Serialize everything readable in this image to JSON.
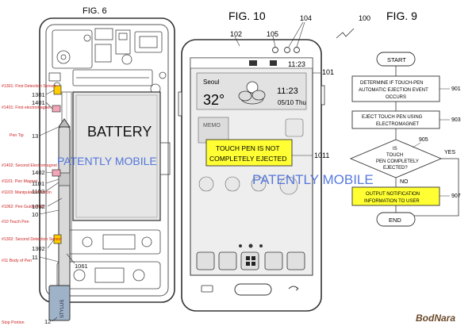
{
  "fig6": {
    "title": "FIG. 6",
    "battery": "BATTERY",
    "watermark": "PATENTLY MOBILE",
    "stylus_text": "STYLUS",
    "labels": [
      {
        "name": "first-detection-sensor-label",
        "text": "#1301: First Detection Sensor"
      },
      {
        "name": "ref-1301-label",
        "text": "1301"
      },
      {
        "name": "first-electromagnet-label",
        "text": "#1401: First electromagnet"
      },
      {
        "name": "ref-1401-label",
        "text": "1401"
      },
      {
        "name": "pen-tip-label",
        "text": "Pen Tip"
      },
      {
        "name": "ref-13-label",
        "text": "13"
      },
      {
        "name": "second-electromagnet-label",
        "text": "#1402: Second Electromagnet"
      },
      {
        "name": "ref-1402-label",
        "text": "1402"
      },
      {
        "name": "pen-magnet-label",
        "text": "#1101: Pen Magnet"
      },
      {
        "name": "ref-1101-label",
        "text": "1101"
      },
      {
        "name": "manipulation-button-label",
        "text": "#1103: Manipulation Button"
      },
      {
        "name": "ref-1103-label",
        "text": "1103"
      },
      {
        "name": "pen-guide-path-label",
        "text": "#1062: Pen Guide Path"
      },
      {
        "name": "ref-1062-label",
        "text": "1062"
      },
      {
        "name": "ref-10-label",
        "text": "10"
      },
      {
        "name": "touch-pen-label",
        "text": "#10 Touch Pen"
      },
      {
        "name": "second-detection-sensor-label",
        "text": "#1302: Second Detection Sensor"
      },
      {
        "name": "ref-1302-label",
        "text": "1302"
      },
      {
        "name": "body-of-pen-label",
        "text": "#11 Body of Pen"
      },
      {
        "name": "ref-11-label",
        "text": "11"
      },
      {
        "name": "ref-1061-label",
        "text": "1061"
      },
      {
        "name": "stop-portion-label",
        "text": "Stop Portion"
      },
      {
        "name": "ref-12-label",
        "text": "12"
      }
    ]
  },
  "fig10": {
    "title": "FIG. 10",
    "refs": {
      "r102": "102",
      "r105": "105",
      "r104": "104",
      "r101": "101",
      "r1011": "1011",
      "r100": "100"
    },
    "status_time": "11:23",
    "weather": {
      "city": "Seoul",
      "temp": "32°",
      "time": "11:23",
      "date": "05/10 Thu"
    },
    "memo": "MEMO",
    "popup": [
      "TOUCH PEN IS NOT",
      "COMPLETELY EJECTED"
    ],
    "watermark": "PATENTLY MOBILE"
  },
  "fig9": {
    "title": "FIG. 9",
    "start": "START",
    "step901": [
      "DETERMINE IF TOUCH-PEN",
      "AUTOMATIC EJECTION EVENT",
      "OCCURS"
    ],
    "ref901": "901",
    "step903": [
      "EJECT TOUCH PEN USING",
      "ELECTROMAGNET"
    ],
    "ref903": "903",
    "decision905": [
      "IS",
      "TOUCH",
      "PEN COMPLETELY",
      "EJECTED?"
    ],
    "ref905": "905",
    "yes": "YES",
    "no": "NO",
    "step907": [
      "OUTPUT NOTIFICATION",
      "INFORMATION TO USER"
    ],
    "ref907": "907",
    "end": "END"
  },
  "credit": "BodNara",
  "colors": {
    "line": "#333333",
    "highlight": "#ffff33",
    "watermark": "#3a63d8",
    "red": "#cc2222",
    "screen": "#eeeeee",
    "phone_body": "#f4f4f4"
  }
}
